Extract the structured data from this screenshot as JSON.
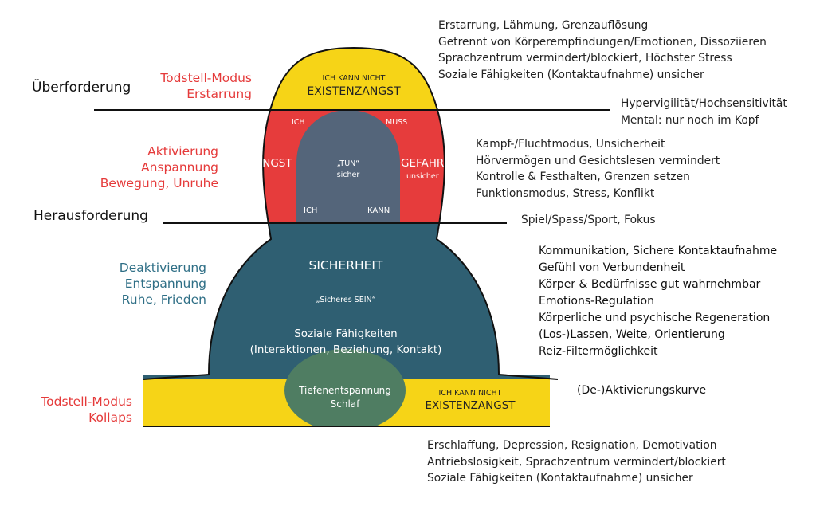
{
  "colors": {
    "yellow": "#f6d417",
    "red": "#e63c3c",
    "blue": "#2f5f72",
    "oval_gray": "#54657a",
    "oval_green": "#4f7d62",
    "red_text": "#e53a3a",
    "blue_text": "#2f6f86"
  },
  "levels": {
    "ueberforderung": "Überforderung",
    "herausforderung": "Herausforderung"
  },
  "left": {
    "freeze": [
      "Todstell-Modus",
      "Erstarrung"
    ],
    "activation": [
      "Aktivierung",
      "Anspannung",
      "Bewegung, Unruhe"
    ],
    "deactivation": [
      "Deaktivierung",
      "Entspannung",
      "Ruhe, Frieden"
    ],
    "collapse": [
      "Todstell-Modus",
      "Kollaps"
    ]
  },
  "top_zone": {
    "line1": "ICH KANN NICHT",
    "line2": "EXISTENZANGST"
  },
  "red_zone": {
    "ich_top": "ICH",
    "muss": "MUSS",
    "angst": "ANGST",
    "gefahr": "GEFAHR",
    "unsicher": "unsicher",
    "tun": "„TUN“",
    "sicher": "sicher",
    "ich_bottom": "ICH",
    "kann": "KANN"
  },
  "blue_zone": {
    "sicherheit": "SICHERHEIT",
    "sein": "„Sicheres SEIN“",
    "social_line1": "Soziale Fähigkeiten",
    "social_line2": "(Interaktionen, Beziehung, Kontakt)"
  },
  "bottom_zone": {
    "oval_line1": "Tiefenentspannung",
    "oval_line2": "Schlaf",
    "line1": "ICH KANN NICHT",
    "line2": "EXISTENZANGST"
  },
  "right": {
    "freeze": [
      "Erstarrung, Lähmung, Grenzauflösung",
      "Getrennt von Körperempfindungen/Emotionen, Dissoziieren",
      "Sprachzentrum vermindert/blockiert, Höchster Stress",
      "Soziale Fähigkeiten (Kontaktaufnahme) unsicher"
    ],
    "hyper": [
      "Hypervigilität/Hochsensitivität",
      "Mental: nur noch im Kopf"
    ],
    "fight": [
      "Kampf-/Fluchtmodus, Unsicherheit",
      "Hörvermögen und Gesichtslesen vermindert",
      "Kontrolle & Festhalten, Grenzen setzen",
      "Funktionsmodus, Stress, Konflikt"
    ],
    "play": "Spiel/Spass/Sport, Fokus",
    "safe": [
      "Kommunikation, Sichere Kontaktaufnahme",
      "Gefühl von Verbundenheit",
      "Körper & Bedürfnisse gut wahrnehmbar",
      "Emotions-Regulation",
      "Körperliche und psychische Regeneration",
      "(Los-)Lassen, Weite, Orientierung",
      "Reiz-Filtermöglichkeit"
    ],
    "curve": "(De-)Aktivierungskurve",
    "collapse": [
      "Erschlaffung, Depression, Resignation, Demotivation",
      "Antriebslosigkeit, Sprachzentrum vermindert/blockiert",
      "Soziale Fähigkeiten (Kontaktaufnahme) unsicher"
    ]
  }
}
